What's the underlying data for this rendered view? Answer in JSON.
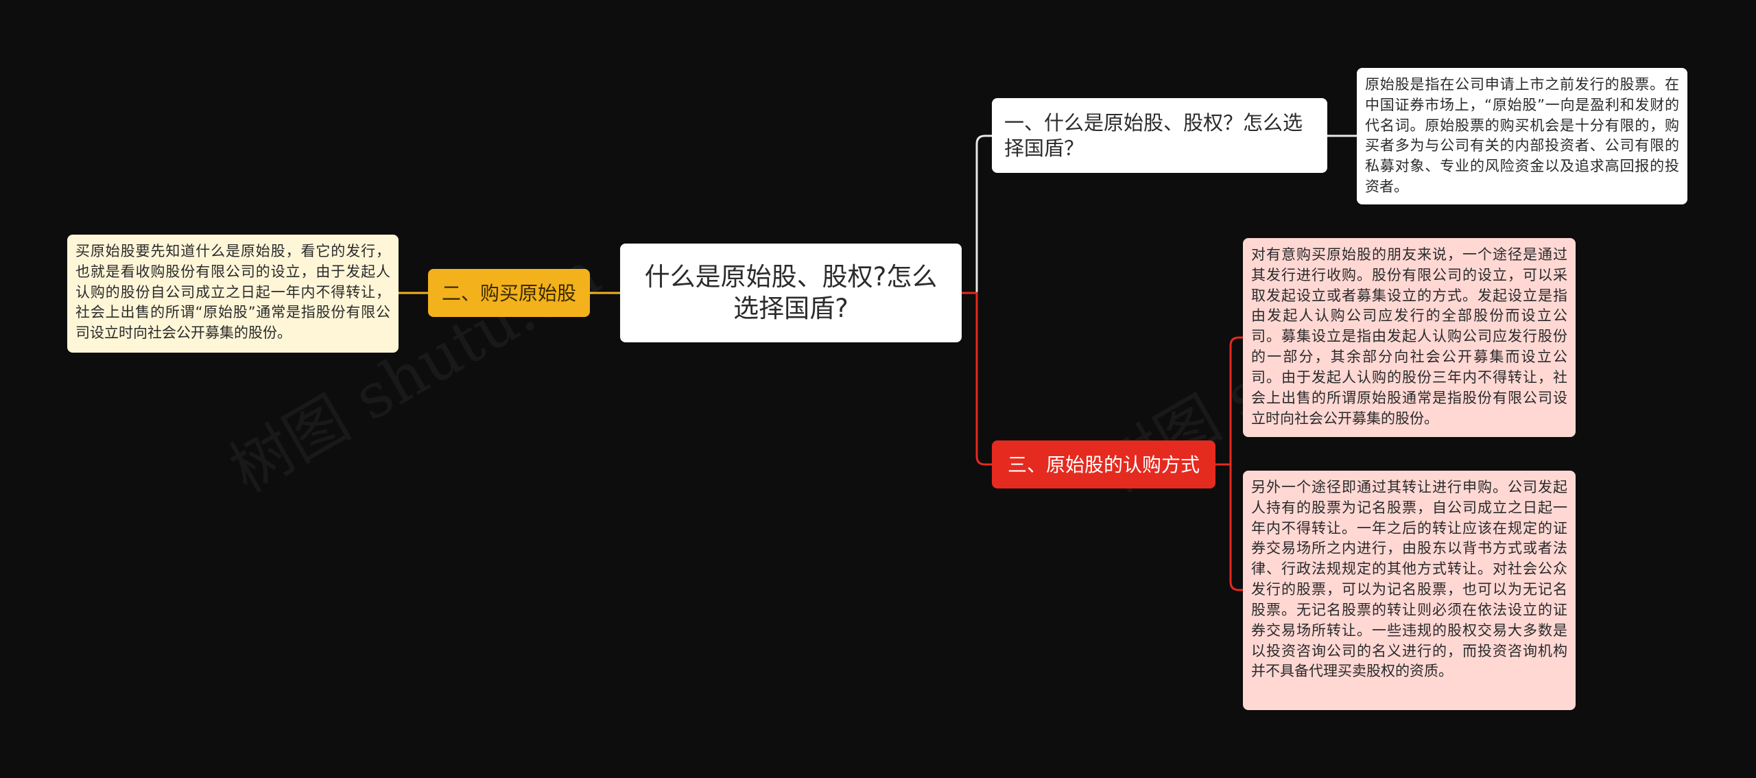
{
  "root": {
    "title": "什么是原始股、股权?怎么选择国盾?"
  },
  "branches": [
    {
      "label": "一、什么是原始股、股权？怎么选择国盾？",
      "color": "#ffffff"
    },
    {
      "label": "二、购买原始股",
      "color": "#f3b21b"
    },
    {
      "label": "三、原始股的认购方式",
      "color": "#e52a1f"
    }
  ],
  "leaves": [
    {
      "text": "原始股是指在公司申请上市之前发行的股票。在中国证券市场上，“原始股”一向是盈利和发财的代名词。原始股票的购买机会是十分有限的，购买者多为与公司有关的内部投资者、公司有限的私募对象、专业的风险资金以及追求高回报的投资者。"
    },
    {
      "text": "买原始股要先知道什么是原始股，看它的发行，也就是看收购股份有限公司的设立，由于发起人认购的股份自公司成立之日起一年内不得转让，社会上出售的所谓“原始股”通常是指股份有限公司设立时向社会公开募集的股份。"
    },
    {
      "text": "对有意购买原始股的朋友来说，一个途径是通过其发行进行收购。股份有限公司的设立，可以采取发起设立或者募集设立的方式。发起设立是指由发起人认购公司应发行的全部股份而设立公司。募集设立是指由发起人认购公司应发行股份的一部分，其余部分向社会公开募集而设立公司。由于发起人认购的股份三年内不得转让，社会上出售的所谓原始股通常是指股份有限公司设立时向社会公开募集的股份。"
    },
    {
      "text": "另外一个途径即通过其转让进行申购。公司发起人持有的股票为记名股票，自公司成立之日起一年内不得转让。一年之后的转让应该在规定的证券交易场所之内进行，由股东以背书方式或者法律、行政法规规定的其他方式转让。对社会公众发行的股票，可以为记名股票，也可以为无记名股票。无记名股票的转让则必须在依法设立的证券交易场所转让。一些违规的股权交易大多数是以投资咨询公司的名义进行的，而投资咨询机构并不具备代理买卖股权的资质。"
    }
  ],
  "watermark": "树图 shutu.cn",
  "colors": {
    "background": "#0d0d0e",
    "connector_white": "#e8e8e8",
    "connector_yellow": "#f3b21b",
    "connector_red": "#e52a1f"
  }
}
